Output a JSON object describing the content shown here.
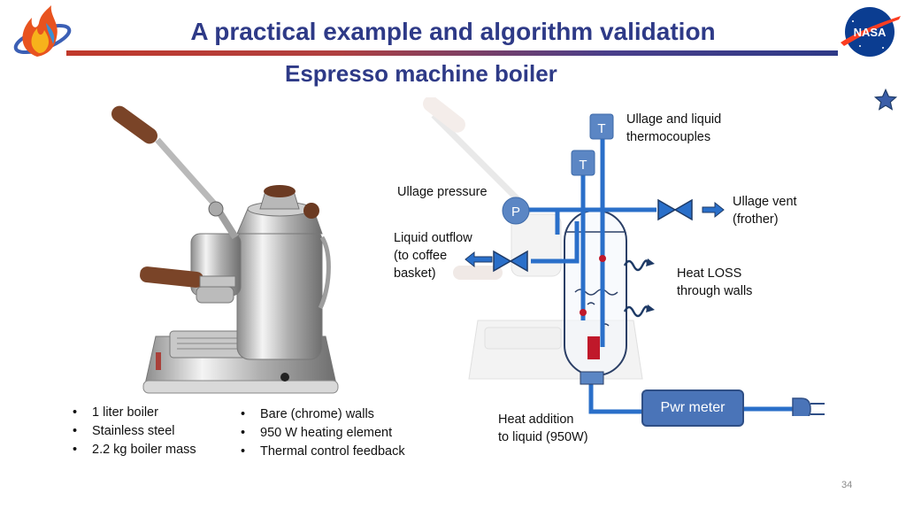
{
  "header": {
    "title": "A practical example and algorithm validation",
    "subtitle": "Espresso machine boiler"
  },
  "diagram": {
    "labels": {
      "thermocouples": [
        "Ullage and liquid",
        "thermocouples"
      ],
      "ullage_pressure": "Ullage pressure",
      "ullage_vent": [
        "Ullage vent",
        "(frother)"
      ],
      "liquid_outflow": [
        "Liquid outflow",
        "(to coffee",
        "basket)"
      ],
      "heat_loss": [
        "Heat LOSS",
        "through walls"
      ],
      "heat_addition": [
        "Heat addition",
        "to liquid (950W)"
      ],
      "pwr_meter": "Pwr meter",
      "sensor_t1": "T",
      "sensor_t2": "T",
      "sensor_p": "P"
    }
  },
  "specs": {
    "left": [
      "1 liter boiler",
      "Stainless steel",
      "2.2 kg boiler mass"
    ],
    "right": [
      "Bare (chrome) walls",
      "950 W heating element",
      "Thermal control feedback"
    ]
  },
  "footer": {
    "page_number": "34"
  },
  "colors": {
    "title": "#2e3a87",
    "sensor": "#5b86c4",
    "pipe": "#2a6fc9",
    "dark": "#1e3a66"
  }
}
